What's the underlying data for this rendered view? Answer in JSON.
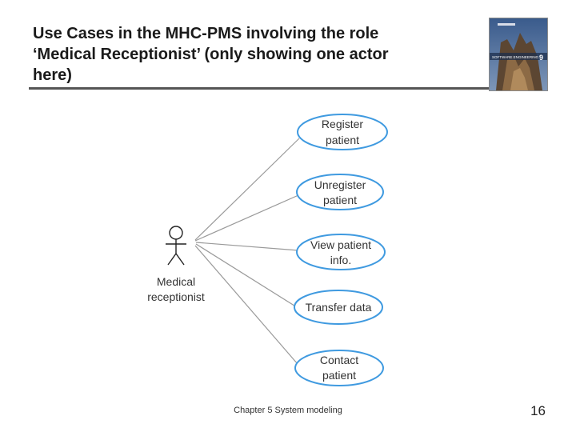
{
  "slide": {
    "title_lines": [
      "Use Cases in the MHC-PMS involving the role",
      "‘Medical Receptionist’  (only showing one actor",
      "here)"
    ],
    "footer": "Chapter 5 System modeling",
    "page_number": "16"
  },
  "diagram": {
    "actor": {
      "lines": [
        "Medical",
        "receptionist"
      ]
    },
    "use_cases": [
      {
        "lines": [
          "Register",
          "patient"
        ]
      },
      {
        "lines": [
          "Unregister",
          "patient"
        ]
      },
      {
        "lines": [
          "View patient",
          "info."
        ]
      },
      {
        "lines": [
          "Transfer data"
        ]
      },
      {
        "lines": [
          "Contact",
          "patient"
        ]
      }
    ],
    "colors": {
      "ellipse_stroke": "#3f9ae0",
      "line": "#9a9a9a",
      "text": "#333333"
    }
  },
  "book_cover": {
    "lines": [
      "SOFTWARE ENGINEERING",
      "9"
    ]
  }
}
